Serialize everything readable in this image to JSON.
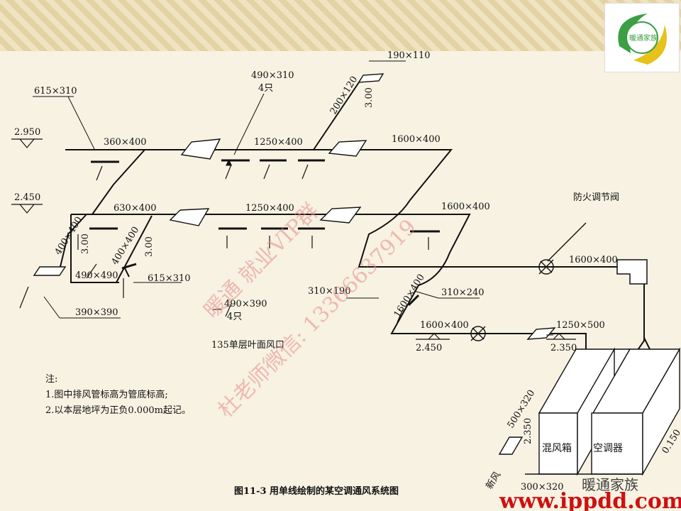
{
  "labels": {
    "d615x310_top": "615×310",
    "elev_2950": "2.950",
    "elev_2450": "2.450",
    "d360x400": "360×400",
    "d490x310": "490×310",
    "qty4_top": "4只",
    "d1250x400_top": "1250×400",
    "d200x120": "200×120",
    "d190x110": "190×110",
    "elev_300_top": "3.00",
    "d1600x400_top": "1600×400",
    "d630x400": "630×400",
    "d1250x400_mid": "1250×400",
    "d1600x400_mid": "1600×400",
    "d400x400_left": "400×400",
    "elev_300_left": "3.00",
    "d400x400_mid": "400×400",
    "elev_300_mid": "3.00",
    "d490x490": "490×490",
    "d615x310_bottom": "615×310",
    "d390x390": "390×390",
    "d490x390": "490×390",
    "qty4_bottom": "4只",
    "louver_note": "135单层叶面风口",
    "fire_damper": "防火调节阀",
    "d1600x400_right": "1600×400",
    "d310x190": "310×190",
    "d310x240": "310×240",
    "d1600x400_diag": "1600×400",
    "d1600x400_lower": "1600×400",
    "d1250x500": "1250×500",
    "elev_2450_b": "2.450",
    "elev_2350_a": "2.350",
    "d500x320": "500×320",
    "elev_2350_b": "2.350",
    "mixing_box": "混风箱",
    "ahu": "空调器",
    "elev_0150": "0.150",
    "fresh_air": "新风",
    "d300x320": "300×320"
  },
  "notes": {
    "head": "注:",
    "line1": "1.图中排风管标高为管底标高;",
    "line2": "2.以本层地坪为正负0.000m起记。"
  },
  "caption": "图11-3  用单线绘制的某空调通风系统图",
  "watermark": {
    "line1": "暖通 就业VIP群",
    "line2": "杜老师微信: 13366637919"
  },
  "brand": {
    "logo_text": "暖通家族",
    "wechat": "暖通家族",
    "url": "www.ippdd.com"
  },
  "colors": {
    "line": "#111111",
    "watermark": "#e88a8a",
    "url_red": "#cc1111",
    "logo_green": "#3aa043",
    "logo_yellow": "#e6c21a"
  }
}
